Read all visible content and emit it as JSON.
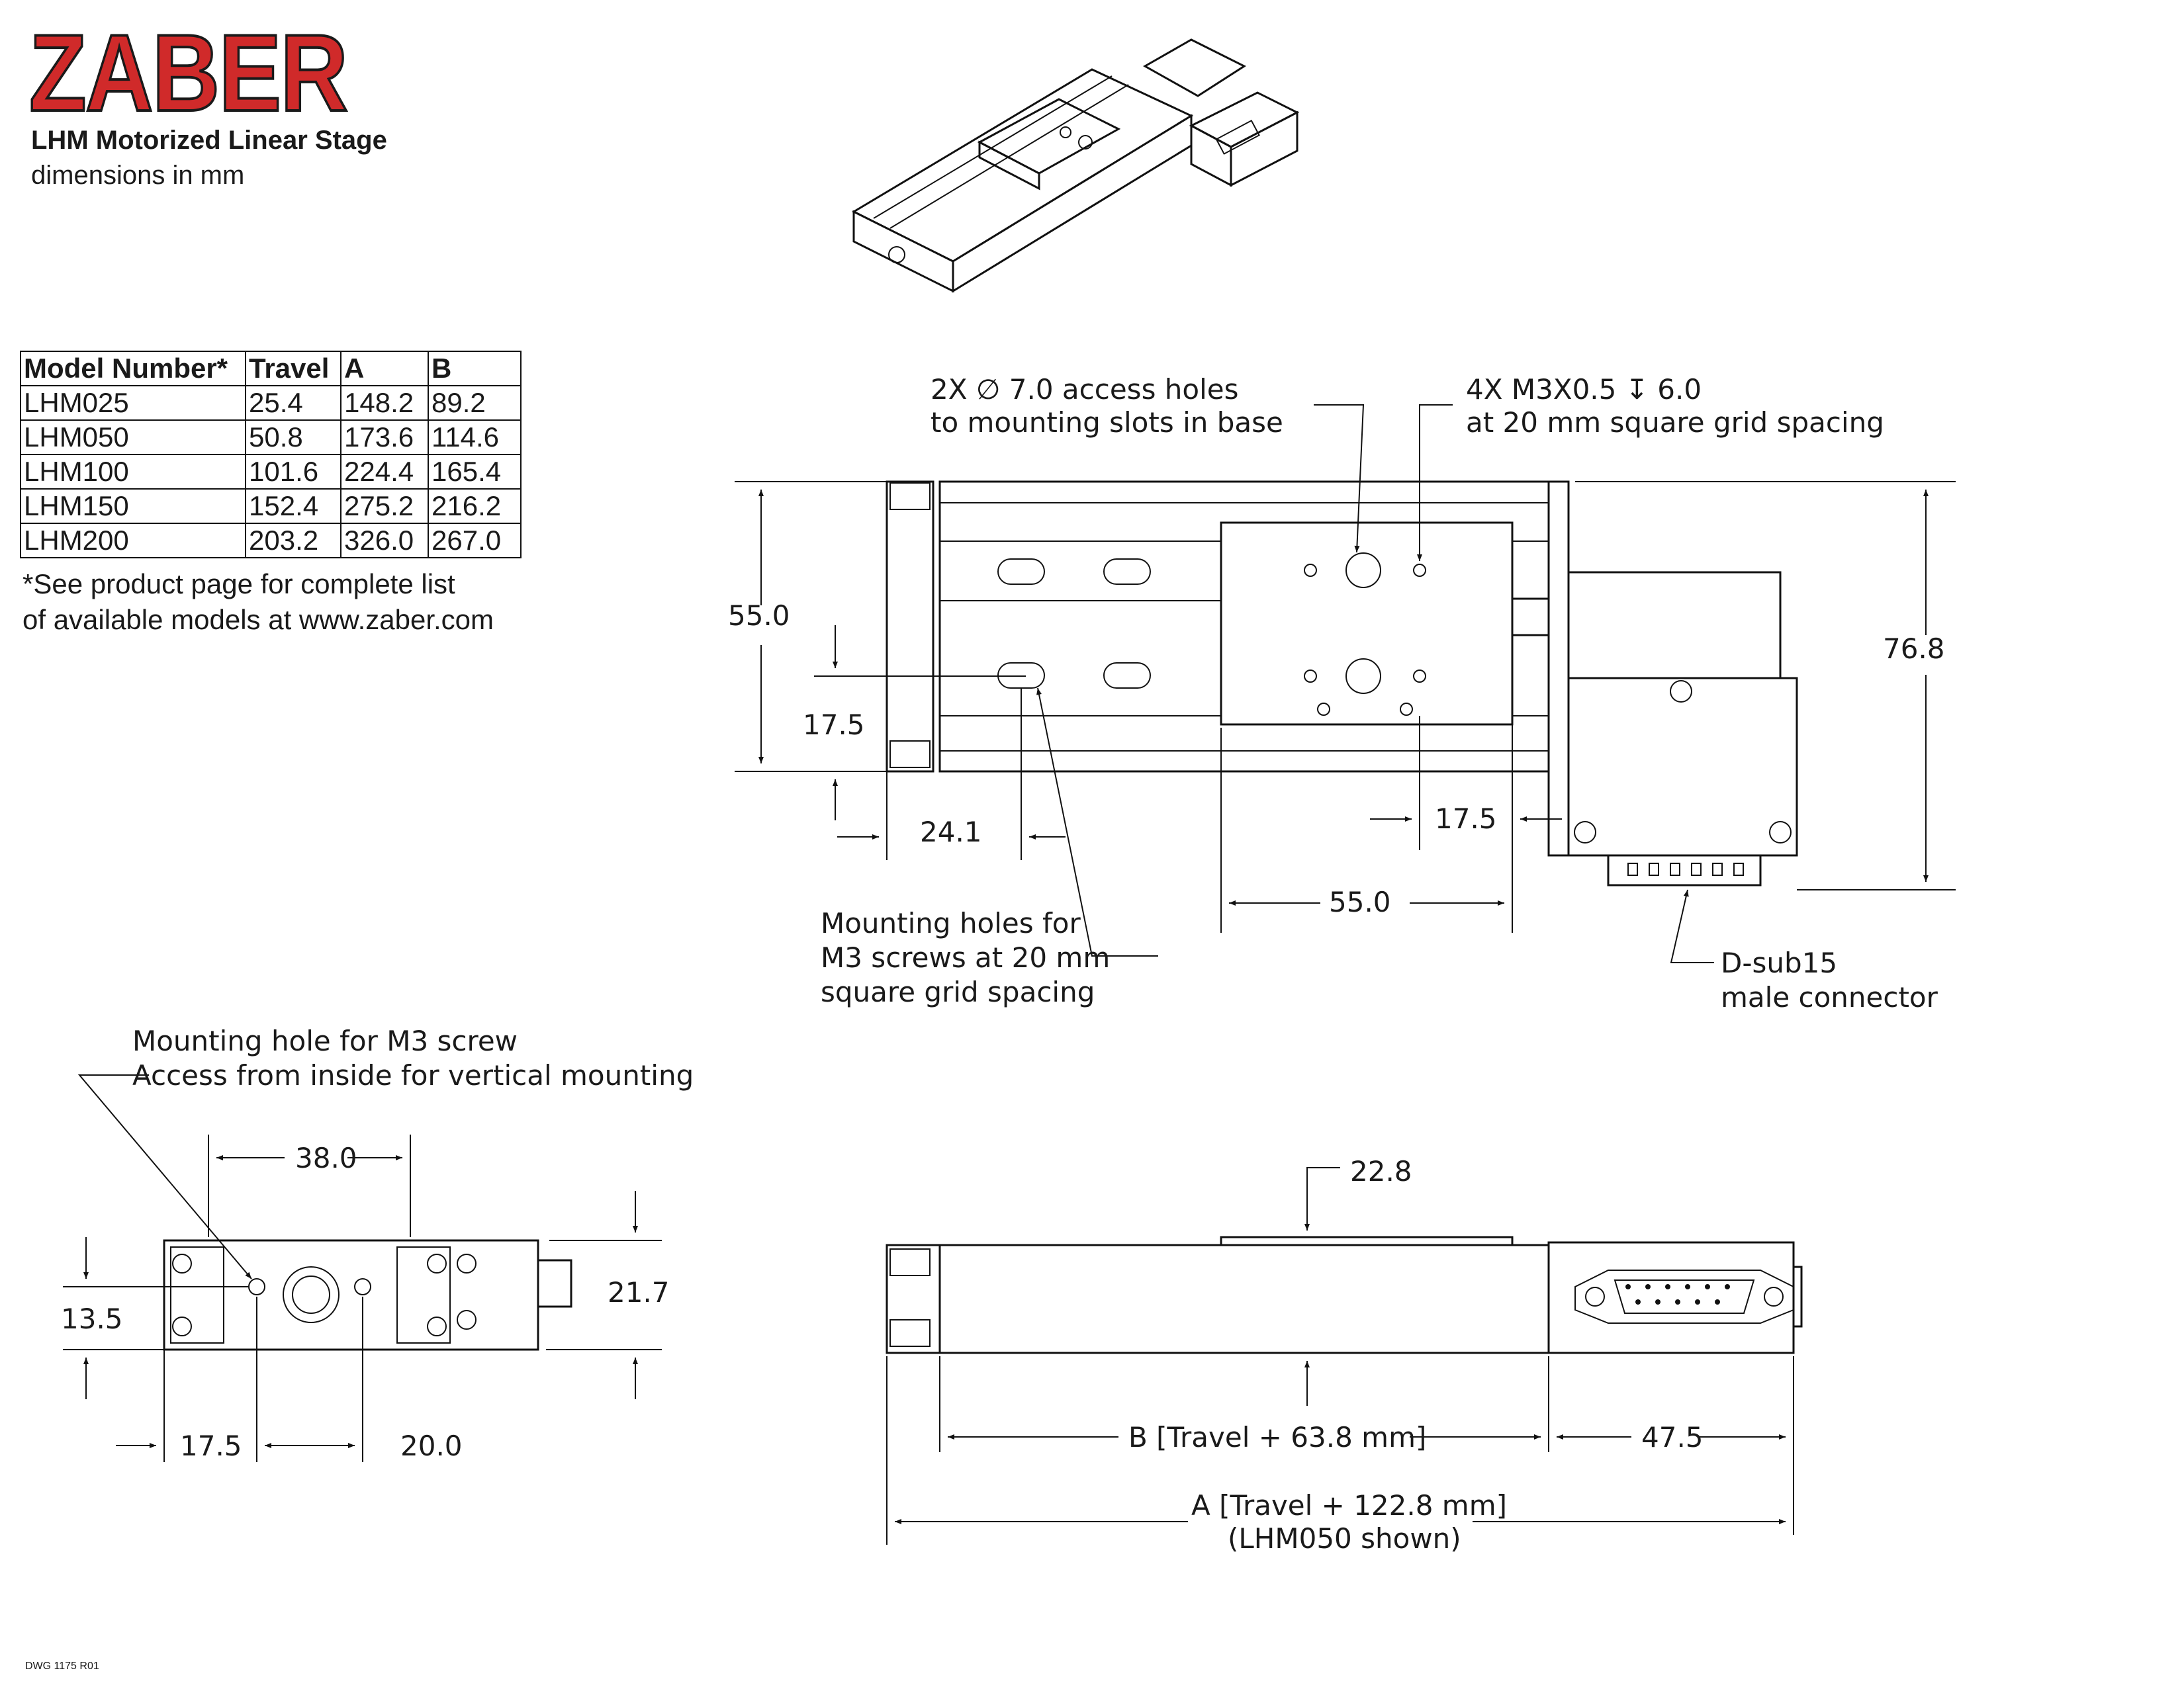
{
  "header": {
    "brand": "ZABER",
    "title": "LHM Motorized Linear Stage",
    "subtitle": "dimensions in mm"
  },
  "table": {
    "columns": [
      "Model Number*",
      "Travel",
      "A",
      "B"
    ],
    "rows": [
      [
        "LHM025",
        "25.4",
        "148.2",
        "89.2"
      ],
      [
        "LHM050",
        "50.8",
        "173.6",
        "114.6"
      ],
      [
        "LHM100",
        "101.6",
        "224.4",
        "165.4"
      ],
      [
        "LHM150",
        "152.4",
        "275.2",
        "216.2"
      ],
      [
        "LHM200",
        "203.2",
        "326.0",
        "267.0"
      ]
    ],
    "note_line1": "*See product page for complete list",
    "note_line2": "of available models at www.zaber.com"
  },
  "top_view": {
    "callout_access_1": "2X ∅ 7.0 access holes",
    "callout_access_2": "to mounting slots in base",
    "callout_tapped_1": "4X M3X0.5 ↧ 6.0",
    "callout_tapped_2": "at 20 mm square grid spacing",
    "dim_height": "55.0",
    "dim_total_height": "76.8",
    "dim_hole_offset": "17.5",
    "dim_slot_x": "24.1",
    "dim_carriage_hole": "17.5",
    "dim_carriage_width": "55.0",
    "callout_mount_1": "Mounting holes for",
    "callout_mount_2": "M3 screws at 20 mm",
    "callout_mount_3": "square grid spacing",
    "callout_dsub_1": "D-sub15",
    "callout_dsub_2": "male connector"
  },
  "end_view": {
    "callout_1": "Mounting hole for M3 screw",
    "callout_2": "Access from inside for vertical mounting",
    "dim_width": "38.0",
    "dim_height": "21.7",
    "dim_hole_height": "13.5",
    "dim_hole_x": "17.5",
    "dim_hole_spacing": "20.0"
  },
  "side_view": {
    "dim_carriage_height": "22.8",
    "dim_b": "B [Travel + 63.8 mm]",
    "dim_motor": "47.5",
    "dim_a": "A [Travel + 122.8 mm]",
    "shown_note": "(LHM050 shown)"
  },
  "footer": {
    "drawing_number": "DWG 1175 R01"
  }
}
